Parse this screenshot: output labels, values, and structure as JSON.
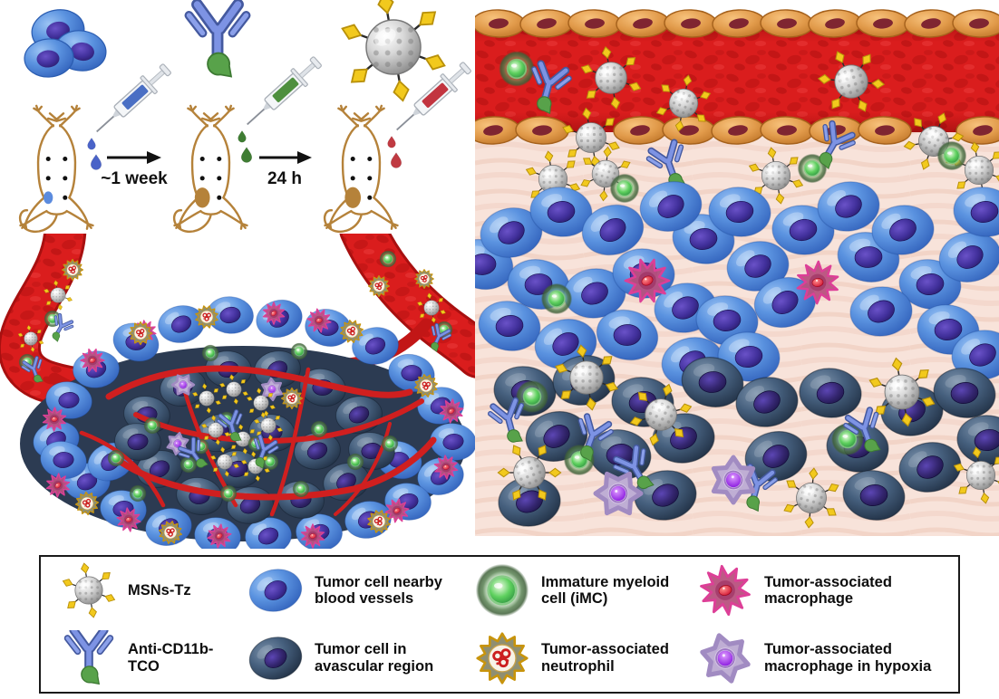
{
  "scheme": {
    "step1_label": "~1 week",
    "step2_label": "24 h"
  },
  "legend": {
    "items": [
      {
        "icon": "msn-tz-icon",
        "label": "MSNs-Tz"
      },
      {
        "icon": "antibody-icon",
        "label": "Anti-CD11b-TCO"
      },
      {
        "icon": "tumor-cell-vascular-icon",
        "label": "Tumor cell nearby\nblood vessels"
      },
      {
        "icon": "tumor-cell-avascular-icon",
        "label": "Tumor cell in\navascular region"
      },
      {
        "icon": "imc-icon",
        "label": "Immature myeloid\ncell (iMC)"
      },
      {
        "icon": "neutrophil-icon",
        "label": "Tumor-associated\nneutrophil"
      },
      {
        "icon": "macrophage-icon",
        "label": "Tumor-associated\nmacrophage"
      },
      {
        "icon": "macrophage-hypoxia-icon",
        "label": "Tumor-associated\nmacrophage in hypoxia"
      }
    ]
  },
  "colors": {
    "msn_spike_yellow": "#f2c91d",
    "msn_ball_gray": "#b9b9b9",
    "antibody_blue": "#6b83d6",
    "tco_green": "#58a24a",
    "imc_green": "#55d055",
    "neutrophil_gold": "#c8940c",
    "macrophage_pink": "#c6477f",
    "hypoxia_purple": "#9b2fe0",
    "vessel_red": "#d81f1f",
    "endothelium_orange": "#e89b4e",
    "tumor_cell_blue": "#4a7fd4",
    "tumor_cell_dark": "#2e4158",
    "nucleus_purple": "#41309b",
    "mouse_tan": "#b5823a",
    "syringe1_liquid": "#4a6fc4",
    "syringe2_liquid": "#4e8f3e",
    "syringe3_liquid": "#c2343f"
  }
}
